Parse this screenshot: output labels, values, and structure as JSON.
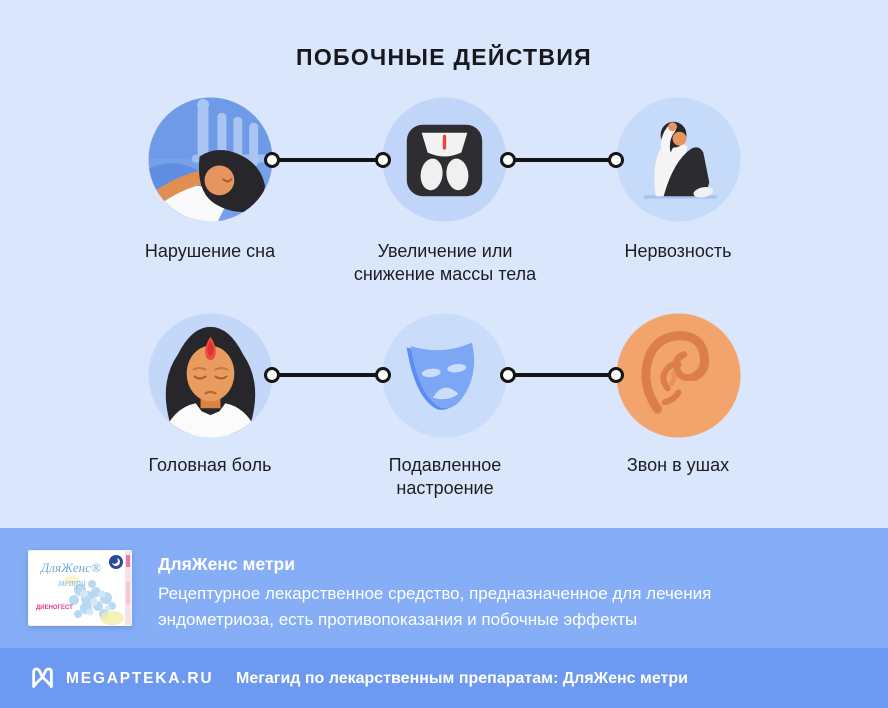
{
  "page": {
    "title": "ПОБОЧНЫЕ ДЕЙСТВИЯ"
  },
  "effects": [
    {
      "label": "Нарушение сна",
      "icon": "sleeping-woman-icon"
    },
    {
      "label": "Увеличение или снижение массы тела",
      "icon": "weight-scale-icon"
    },
    {
      "label": "Нервозность",
      "icon": "anxious-person-icon"
    },
    {
      "label": "Головная боль",
      "icon": "woman-headache-icon"
    },
    {
      "label": "Подавленное настроение",
      "icon": "sad-mask-icon"
    },
    {
      "label": "Звон в ушах",
      "icon": "ear-icon"
    }
  ],
  "product": {
    "name": "ДляЖенс метри",
    "description": "Рецептурное лекарственное средство, предназначенное для лечения эндометриоза, есть противопоказания и побочные эффекты",
    "box_brand": "ДляЖенс®",
    "box_sub": "метри",
    "box_label": "ДИЕНОГЕСТ"
  },
  "footer": {
    "brand": "MEGAPTEKA.RU",
    "tagline": "Мегагид по лекарственным препаратам: ДляЖенс метри"
  },
  "colors": {
    "page_bg": "#dae6fc",
    "band_bg": "#85aef7",
    "footer_bg": "#6d99f0",
    "circle_light": "#c3d8f9",
    "circle_sleep": "#6e9ae7",
    "circle_ear": "#f3a46d",
    "connector": "#141414",
    "text_dark": "#1d1d22",
    "text_light": "#ffffff",
    "mask_blue": "#7ca7f5",
    "ear_line": "#db7e47",
    "needle_red": "#e8463f"
  }
}
